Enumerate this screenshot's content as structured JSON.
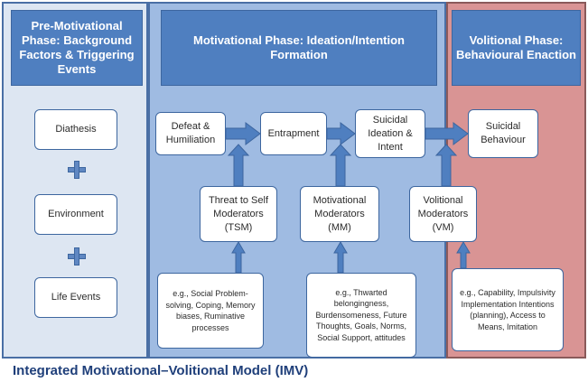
{
  "headers": {
    "pre": "Pre-Motivational Phase: Background Factors & Triggering Events",
    "motivational": "Motivational Phase: Ideation/Intention Formation",
    "volitional": "Volitional Phase: Behavioural Enaction"
  },
  "pre_factors": {
    "diathesis": "Diathesis",
    "environment": "Environment",
    "life_events": "Life Events"
  },
  "pathway": {
    "defeat": "Defeat & Humiliation",
    "entrapment": "Entrapment",
    "ideation": "Suicidal Ideation & Intent",
    "behaviour": "Suicidal Behaviour"
  },
  "moderators": {
    "tsm": "Threat to Self Moderators (TSM)",
    "mm": "Motivational Moderators (MM)",
    "vm": "Volitional Moderators (VM)"
  },
  "examples": {
    "tsm": "e.g., Social Problem-solving, Coping, Memory biases, Ruminative processes",
    "mm": "e.g., Thwarted belongingness, Burdensomeness, Future Thoughts, Goals, Norms, Social Support, attitudes",
    "vm": "e.g., Capability, Impulsivity Implementation Intentions (planning), Access to Means, Imitation"
  },
  "caption": "Integrated Motivational–Volitional Model (IMV)",
  "colors": {
    "pre_panel": "#dde6f2",
    "motivational_panel": "#9fbbe2",
    "volitional_panel": "#d99494",
    "header": "#4f7fc0",
    "arrow": "#4f7fc0",
    "caption": "#1f3f7a"
  }
}
